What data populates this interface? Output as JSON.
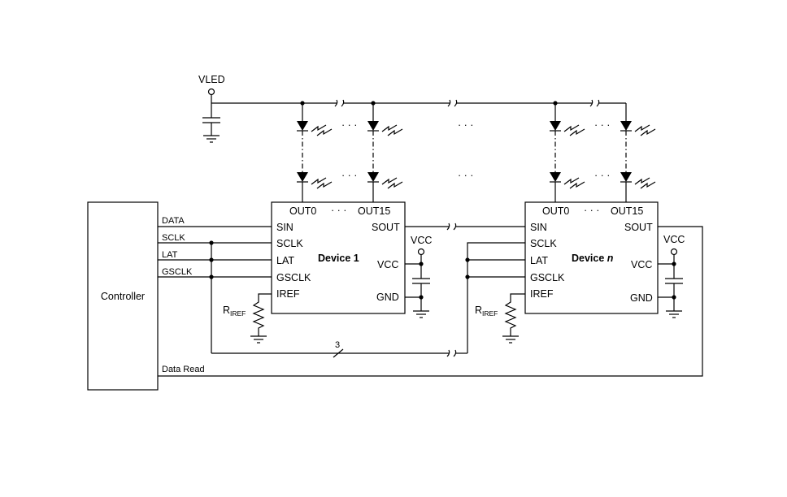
{
  "supply": {
    "vled": "VLED",
    "vcc": "VCC"
  },
  "controller": {
    "name": "Controller",
    "signals": [
      "DATA",
      "SCLK",
      "LAT",
      "GSCLK"
    ],
    "data_read": "Data Read"
  },
  "devices": [
    {
      "name": "Device 1",
      "suffix": "",
      "pins_left": [
        "SIN",
        "SCLK",
        "LAT",
        "GSCLK",
        "IREF"
      ],
      "out_first": "OUT0",
      "out_last": "OUT15",
      "sout": "SOUT",
      "vcc": "VCC",
      "gnd": "GND",
      "resistor": "R",
      "resistor_sub": "IREF"
    },
    {
      "name": "Device ",
      "suffix": "n",
      "pins_left": [
        "SIN",
        "SCLK",
        "LAT",
        "GSCLK",
        "IREF"
      ],
      "out_first": "OUT0",
      "out_last": "OUT15",
      "sout": "SOUT",
      "vcc": "VCC",
      "gnd": "GND",
      "resistor": "R",
      "resistor_sub": "IREF"
    }
  ],
  "bus_width": "3",
  "ellipsis": "· · ·"
}
